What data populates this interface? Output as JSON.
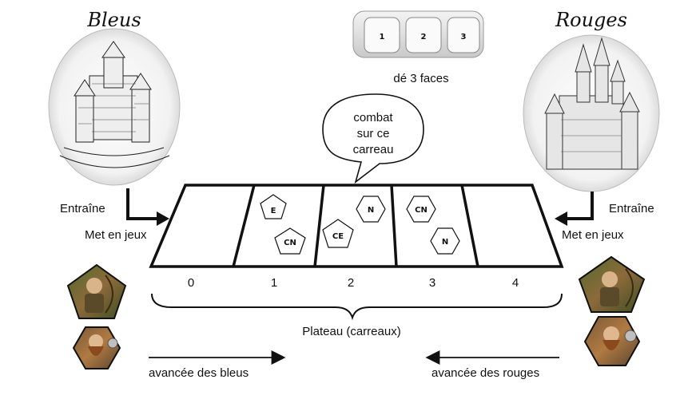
{
  "blue_title": "Bleus",
  "red_title": "Rouges",
  "die_caption": "dé 3 faces",
  "die_faces": [
    "1",
    "2",
    "3"
  ],
  "bubble": [
    "combat",
    "sur ce",
    "carreau"
  ],
  "left_labels": {
    "train": "Entraîne",
    "deploy": "Met en jeux"
  },
  "right_labels": {
    "train": "Entraîne",
    "deploy": "Met en jeux"
  },
  "tile_numbers": [
    "0",
    "1",
    "2",
    "3",
    "4"
  ],
  "board_caption": "Plateau (carreaux)",
  "advance_blue": "avancée des bleus",
  "advance_red": "avancée des rouges",
  "tokens": {
    "t1a": "E",
    "t1b": "CN",
    "t2a": "N",
    "t2b": "CE",
    "t3a": "CN",
    "t3b": "N"
  },
  "icons": {
    "blue_castle": "castle-engraving-icon",
    "red_castle": "castle-spires-icon",
    "die": "dice-icon",
    "archer": "elf-archer-icon",
    "dwarf": "dwarf-warrior-icon"
  }
}
